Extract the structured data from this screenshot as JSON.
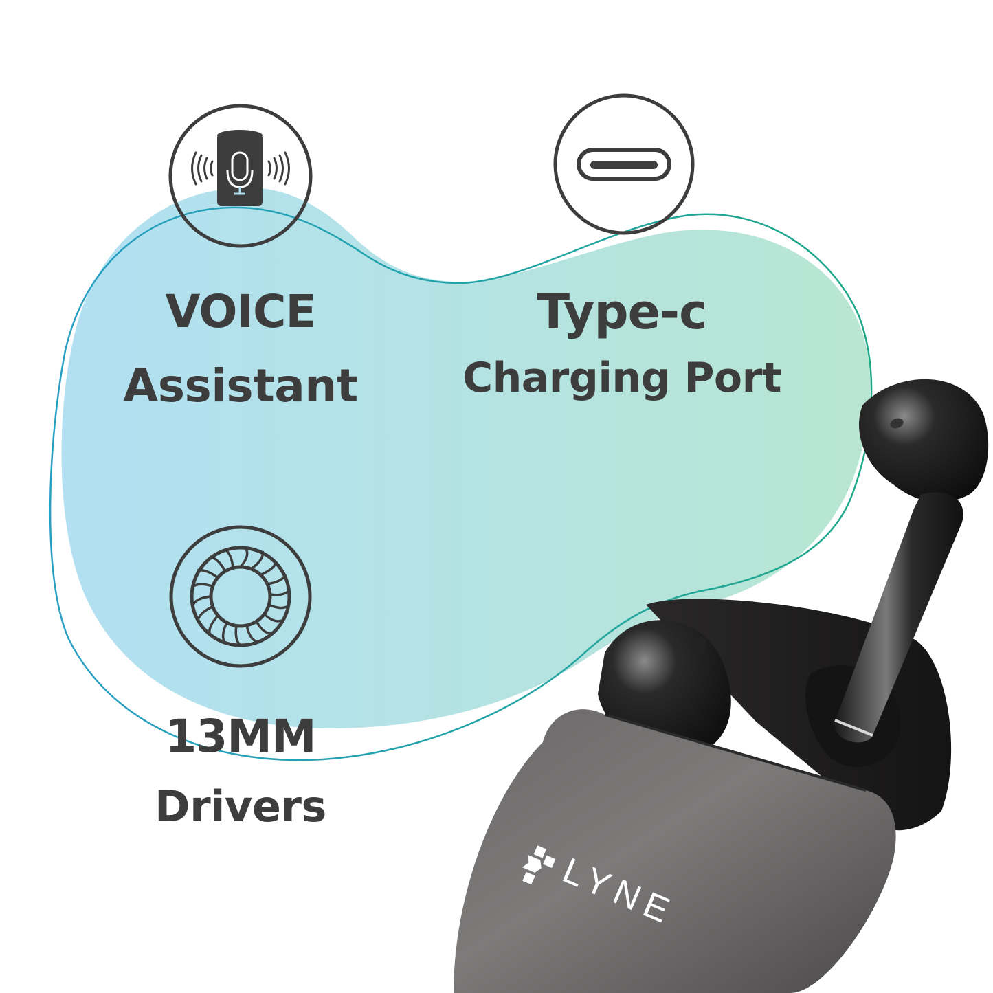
{
  "features": [
    {
      "id": "voice",
      "icon": "voice-assistant-speaker-mic-icon",
      "title": "VOICE",
      "subtitle": "Assistant"
    },
    {
      "id": "typec",
      "icon": "usb-type-c-port-icon",
      "title": "Type-c",
      "subtitle": "Charging Port"
    },
    {
      "id": "drivers",
      "icon": "speaker-driver-icon",
      "title": "13MM",
      "subtitle": "Drivers"
    }
  ],
  "product": {
    "brand": "LYNE",
    "description": "Black wireless earbuds with open charging case"
  },
  "colors": {
    "text": "#3d3d3d",
    "blob_left": "#b2e0f0",
    "blob_right": "#b6e6d6",
    "outline_left": "#2a9fc4",
    "outline_right": "#1fa88a",
    "case": "#5a5858",
    "earbud": "#1c1c1c"
  }
}
